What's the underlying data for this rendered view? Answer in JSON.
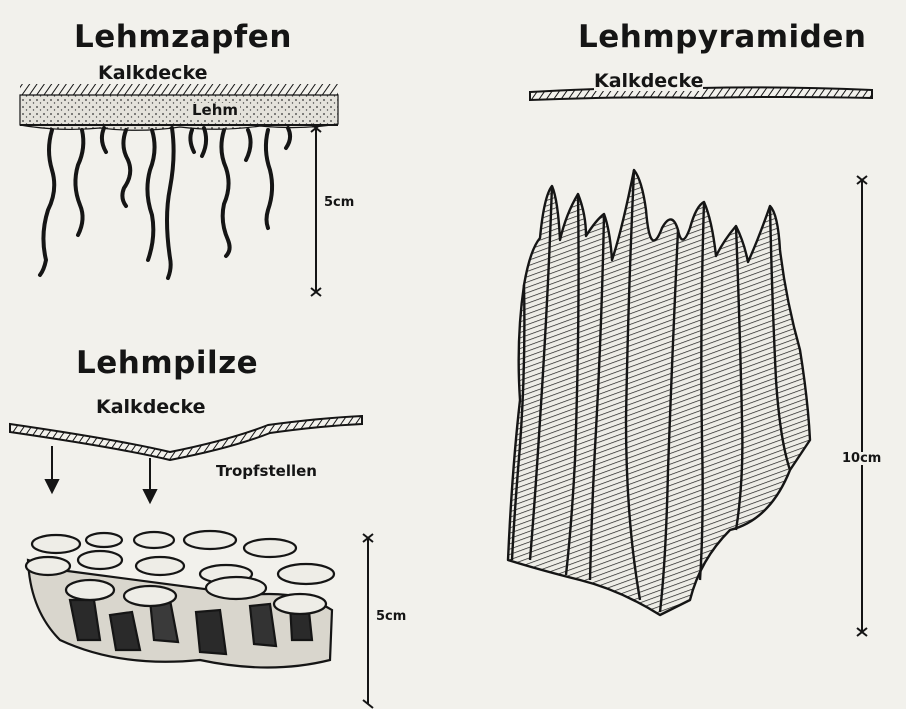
{
  "panels": {
    "lehmzapfen": {
      "title": "Lehmzapfen",
      "ceiling_label": "Kalkdecke",
      "clay_label": "Lehm",
      "scale_label": "5cm"
    },
    "lehmpilze": {
      "title": "Lehmpilze",
      "ceiling_label": "Kalkdecke",
      "drip_label": "Tropfstellen",
      "scale_label": "5cm"
    },
    "lehmpyramiden": {
      "title": "Lehmpyramiden",
      "ceiling_label": "Kalkdecke",
      "scale_label": "10cm"
    }
  },
  "colors": {
    "ink": "#151515",
    "paper": "#f2f1ec",
    "clay": "#d8d5cc"
  }
}
